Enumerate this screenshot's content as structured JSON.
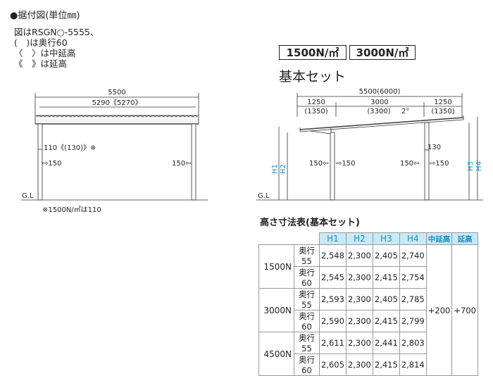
{
  "header": {
    "title": "●据付図(単位㎜)"
  },
  "notes": [
    "図はRSGN○-5555、",
    "(　)は奥行60",
    "〈　〉は中延高",
    "《　》は延高"
  ],
  "badges": [
    "1500N/㎡",
    "3000N/㎡"
  ],
  "subtitle": "基本セット",
  "front_view": {
    "width_total": "5500",
    "width_inner": "5290《5270》",
    "post_dim": "110《(130)》※",
    "left_offset": "⇨150",
    "right_offset": "150⇦",
    "ground": "G.L",
    "footnote": "※1500N/㎡は110"
  },
  "side_view": {
    "width_total": "5500(6000)",
    "left_span": "1250",
    "left_span_alt": "(1350)",
    "mid_span": "3000",
    "mid_span_alt": "(3300)",
    "slope": "2°",
    "right_span": "1250",
    "right_span_alt": "(1350)",
    "post_dim": "130",
    "off_1": "150⇦",
    "off_2": "⇨150",
    "off_3": "150⇦",
    "off_4": "⇨150",
    "h1": "H1",
    "h2": "H2",
    "h3": "H3",
    "h4": "H4",
    "ground": "G.L"
  },
  "table": {
    "title": "高さ寸法表(基本セット)",
    "headers": [
      "H1",
      "H2",
      "H3",
      "H4",
      "中延高",
      "延高"
    ],
    "groups": [
      {
        "load": "1500N",
        "rows": [
          {
            "depth": "奥行55",
            "values": [
              "2,548",
              "2,300",
              "2,405",
              "2,740"
            ]
          },
          {
            "depth": "奥行60",
            "values": [
              "2,545",
              "2,300",
              "2,415",
              "2,754"
            ]
          }
        ]
      },
      {
        "load": "3000N",
        "rows": [
          {
            "depth": "奥行55",
            "values": [
              "2,593",
              "2,300",
              "2,405",
              "2,785"
            ]
          },
          {
            "depth": "奥行60",
            "values": [
              "2,590",
              "2,300",
              "2,415",
              "2,799"
            ]
          }
        ]
      },
      {
        "load": "4500N",
        "rows": [
          {
            "depth": "奥行55",
            "values": [
              "2,611",
              "2,300",
              "2,441",
              "2,803"
            ]
          },
          {
            "depth": "奥行60",
            "values": [
              "2,605",
              "2,300",
              "2,415",
              "2,814"
            ]
          }
        ]
      }
    ],
    "mid_ext": "+200",
    "ext": "+700"
  }
}
